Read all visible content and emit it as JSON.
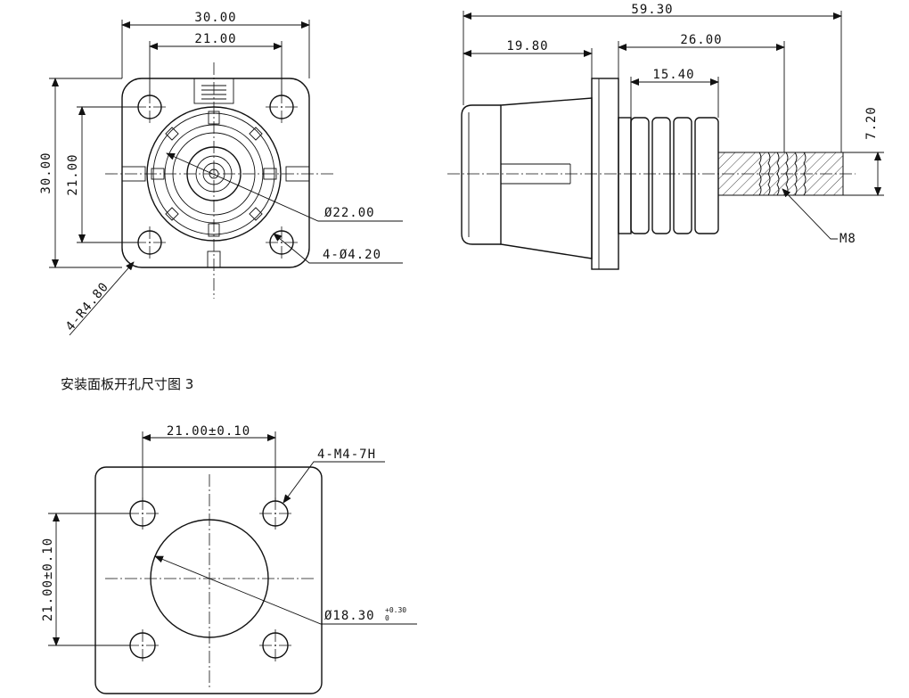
{
  "front_view": {
    "dim_width_overall": "30.00",
    "dim_width_holes": "21.00",
    "dim_height_overall": "30.00",
    "dim_height_holes": "21.00",
    "dim_diameter_body": "Ø22.00",
    "dim_holes": "4-Ø4.20",
    "dim_corner_radius": "4-R4.80"
  },
  "side_view": {
    "dim_length_overall": "59.30",
    "dim_front": "19.80",
    "dim_rear": "26.00",
    "dim_fins": "15.40",
    "dim_stud": "7.20",
    "thread": "M8"
  },
  "cutout": {
    "caption": "安装面板开孔尺寸图 3",
    "dim_horizontal": "21.00±0.10",
    "dim_vertical": "21.00±0.10",
    "dim_threads": "4-M4-7H",
    "dim_hole": "Ø18.30",
    "dim_hole_tol_upper": "+0.30",
    "dim_hole_tol_lower": "0"
  },
  "colors": {
    "line": "#111111",
    "background": "#ffffff"
  }
}
